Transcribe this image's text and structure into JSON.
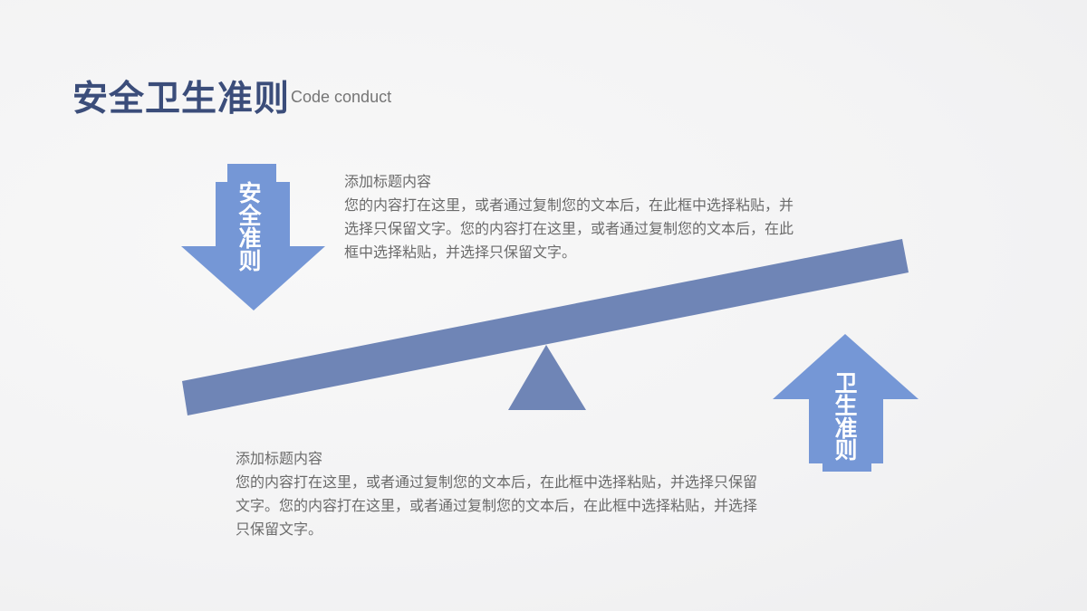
{
  "title": {
    "main": "安全卫生准则",
    "sub": "Code conduct"
  },
  "arrows": {
    "down": {
      "label": "安全准则",
      "color": "#7597d6",
      "direction": "down"
    },
    "up": {
      "label": "卫生准则",
      "color": "#7597d6",
      "direction": "up"
    }
  },
  "seesaw": {
    "color": "#6f85b6"
  },
  "blocks": [
    {
      "heading": "添加标题内容",
      "body": "您的内容打在这里，或者通过复制您的文本后，在此框中选择粘贴，并选择只保留文字。您的内容打在这里，或者通过复制您的文本后，在此框中选择粘贴，并选择只保留文字。"
    },
    {
      "heading": "添加标题内容",
      "body": "您的内容打在这里，或者通过复制您的文本后，在此框中选择粘贴，并选择只保留文字。您的内容打在这里，或者通过复制您的文本后，在此框中选择粘贴，并选择只保留文字。"
    }
  ]
}
